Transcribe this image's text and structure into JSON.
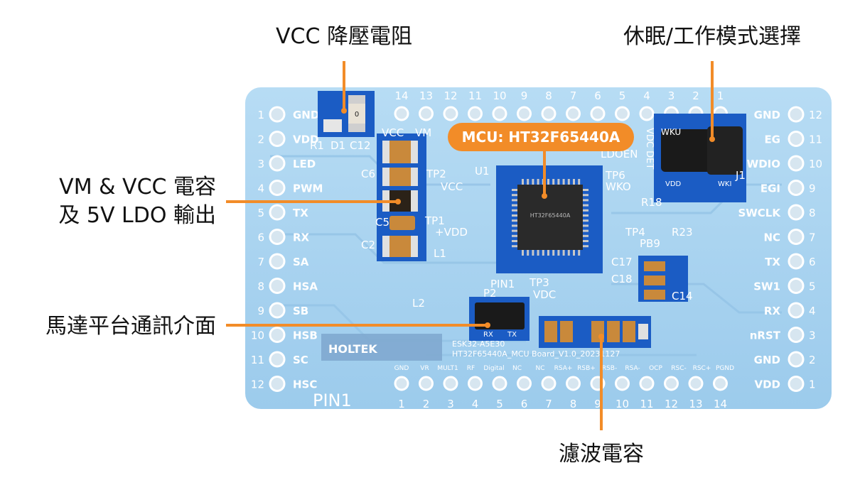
{
  "callouts": {
    "vcc_resistor": "VCC 降壓電阻",
    "sleep_mode": "休眠/工作模式選擇",
    "vm_vcc_line1": "VM & VCC 電容",
    "vm_vcc_line2": "及 5V LDO 輸出",
    "motor_comm": "馬達平台通訊介面",
    "filter_cap": "濾波電容"
  },
  "mcu": {
    "label": "MCU: HT32F65440A",
    "chip_text": "HT32F65440A"
  },
  "board": {
    "left_pins": [
      "GND",
      "VDD",
      "LED",
      "PWM",
      "TX",
      "RX",
      "SA",
      "HSA",
      "SB",
      "HSB",
      "SC",
      "HSC"
    ],
    "left_numbers": [
      "1",
      "2",
      "3",
      "4",
      "5",
      "6",
      "7",
      "8",
      "9",
      "10",
      "11",
      "12"
    ],
    "right_pins": [
      "GND",
      "EG",
      "SWDIO",
      "EGI",
      "SWCLK",
      "NC",
      "TX",
      "SW1",
      "RX",
      "nRST",
      "GND",
      "VDD"
    ],
    "right_numbers": [
      "12",
      "11",
      "10",
      "9",
      "8",
      "7",
      "6",
      "5",
      "4",
      "3",
      "2",
      "1"
    ],
    "top_numbers": [
      "14",
      "13",
      "12",
      "11",
      "10",
      "9",
      "8",
      "7",
      "6",
      "5",
      "4",
      "3",
      "2",
      "1"
    ],
    "bottom_pins": [
      "GND",
      "VR",
      "MULT1",
      "RF",
      "Digital",
      "NC",
      "NC",
      "RSA+",
      "RSB+",
      "RSB-",
      "RSA-",
      "OCP",
      "RSC-",
      "RSC+",
      "PGND"
    ],
    "bottom_numbers": [
      "1",
      "2",
      "3",
      "4",
      "5",
      "6",
      "7",
      "8",
      "9",
      "10",
      "11",
      "12",
      "13",
      "14"
    ],
    "pin1_label": "PIN1",
    "logo": "HOLTEK",
    "board_id_line1": "ESK32-A5E30",
    "board_id_line2": "HT32F65440A_MCU Board_V1.0_20231127",
    "silkscreen": {
      "vcc": "VCC",
      "vm": "VM",
      "c12": "C12",
      "r1": "R1",
      "d1": "D1",
      "c6": "C6",
      "c5": "C5",
      "c2": "C2",
      "tp2": "TP2",
      "tp1": "TP1",
      "vcc_tp": "VCC",
      "vdd_tp": "+VDD",
      "l1": "L1",
      "l2": "L2",
      "u1": "U1",
      "ldoen": "LDOEN",
      "tp6": "TP6",
      "wko": "WKO",
      "r18": "R18",
      "tp4": "TP4",
      "pb9": "PB9",
      "r23": "R23",
      "c17": "C17",
      "c18": "C18",
      "c14": "C14",
      "pin1_small": "PIN1",
      "tp3": "TP3",
      "vdc": "VDC",
      "p2": "P2",
      "rx": "RX",
      "tx": "TX",
      "j1": "J1",
      "wku": "WKU",
      "vdd_j": "VDD",
      "wki": "WKI",
      "vdc_det": "VDC DET",
      "r0": "0"
    }
  },
  "colors": {
    "accent": "#f28c28",
    "board": "#a9d3ef",
    "board_dark": "#8fc2e6",
    "pad": "#1b5cc4",
    "chip": "#2a2a2a"
  }
}
